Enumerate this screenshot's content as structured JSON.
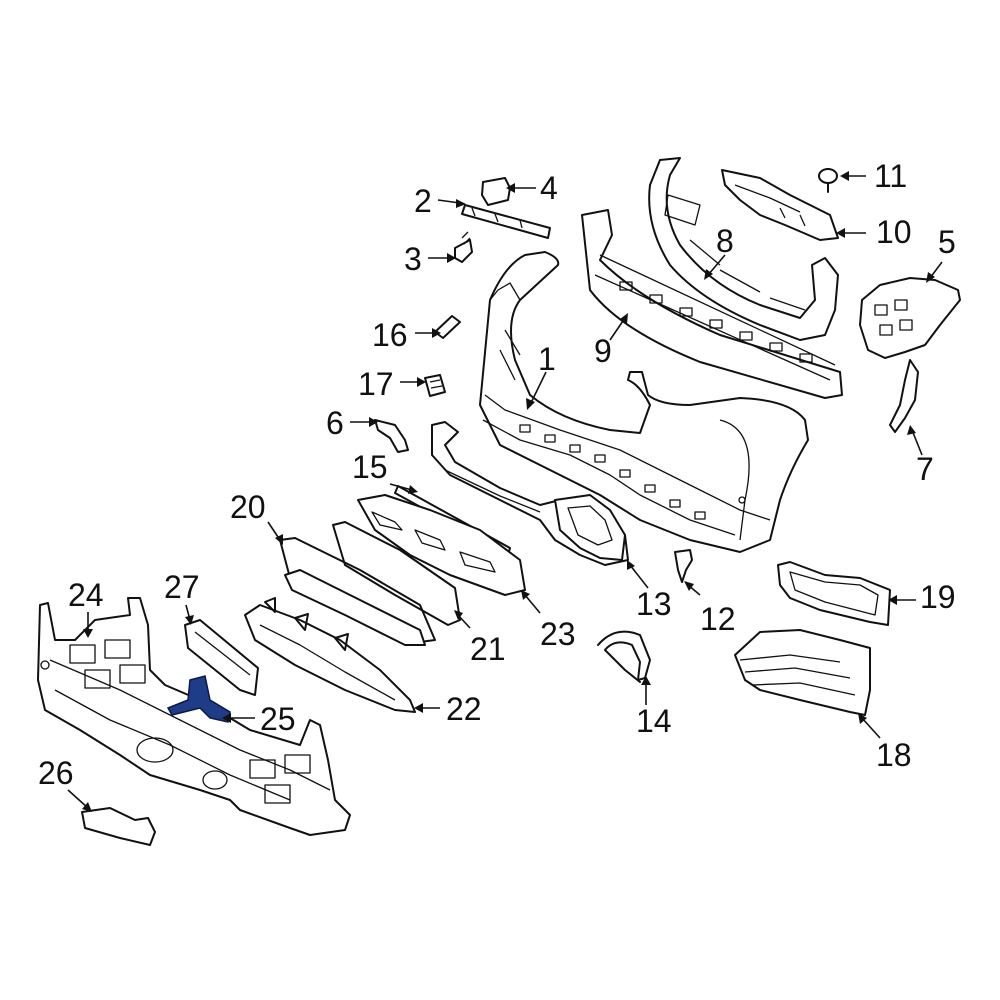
{
  "highlight_color": "#1f3c88",
  "callouts": {
    "c1": "1",
    "c2": "2",
    "c3": "3",
    "c4": "4",
    "c5": "5",
    "c6": "6",
    "c7": "7",
    "c8": "8",
    "c9": "9",
    "c10": "10",
    "c11": "11",
    "c12": "12",
    "c13": "13",
    "c14": "14",
    "c15": "15",
    "c16": "16",
    "c17": "17",
    "c18": "18",
    "c19": "19",
    "c20": "20",
    "c21": "21",
    "c22": "22",
    "c23": "23",
    "c24": "24",
    "c25": "25",
    "c26": "26",
    "c27": "27"
  }
}
